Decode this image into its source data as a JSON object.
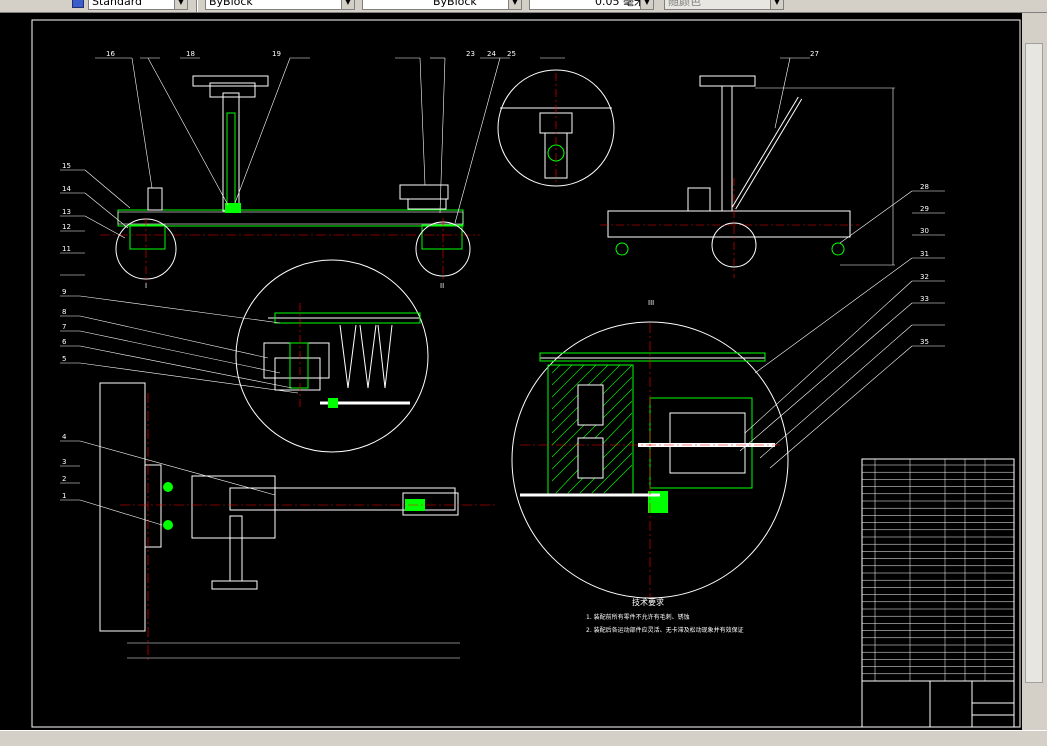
{
  "toolbar": {
    "textstyle": "Standard",
    "layer": "ByBlock",
    "linetype": "ByBlock",
    "lineweight": "0.05 毫米",
    "plotstyle": "随颜色"
  },
  "drawing": {
    "part_numbers_top": [
      "16",
      "18",
      "19",
      "23",
      "24",
      "25",
      "27"
    ],
    "part_numbers_left": [
      "15",
      "14",
      "13",
      "12",
      "11",
      "9",
      "8",
      "7",
      "6",
      "5",
      "4",
      "3",
      "2",
      "1"
    ],
    "part_numbers_right": [
      "28",
      "29",
      "30",
      "31",
      "32",
      "33",
      "35"
    ],
    "view_labels": [
      "I",
      "II",
      "III"
    ],
    "tech_title": "技术要求",
    "tech_req_1": "1. 装配前所有零件不允许有毛刺、锈蚀",
    "tech_req_2": "2. 装配后各运动部件应灵活、无卡滞及松动现象并有效保证"
  },
  "colors": {
    "outline": "#ffffff",
    "part": "#00ff00",
    "center": "#ff0000",
    "hidden": "#ffff00"
  }
}
